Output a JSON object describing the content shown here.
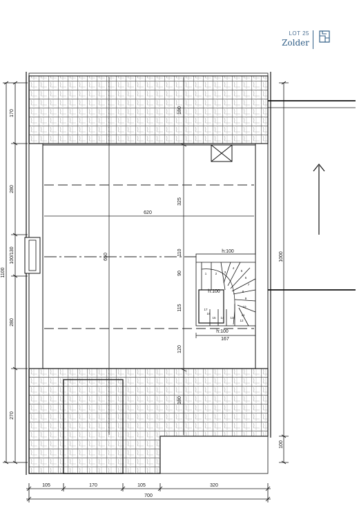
{
  "header": {
    "lot": "LOT 25",
    "floor": "Zolder",
    "icon": "floorplan-icon",
    "accent_color": "#2f5d86"
  },
  "dimensions": {
    "left": [
      "170",
      "280",
      "100/130",
      "280",
      "270"
    ],
    "left_total": "1100",
    "bottom": [
      "105",
      "170",
      "105",
      "320"
    ],
    "bottom_total": "700",
    "right_total": "1000",
    "right_bottom": "100"
  },
  "interior": {
    "width_label": "620",
    "height_label": "650",
    "vertical": [
      "180",
      "325",
      "110",
      "90",
      "115",
      "120",
      "180"
    ]
  },
  "stair": {
    "h_top": "h:100",
    "h_mid": "h:100",
    "h_bottom": "h:100",
    "width": "167",
    "steps": [
      "1",
      "2",
      "3",
      "4",
      "5",
      "6",
      "7",
      "8",
      "9",
      "10",
      "11",
      "12",
      "13",
      "14",
      "15",
      "16",
      "17"
    ]
  }
}
